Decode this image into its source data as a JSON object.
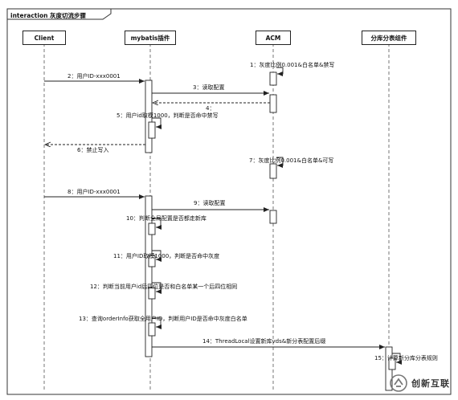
{
  "frame": {
    "title": "interaction 灰度切流步骤"
  },
  "participants": [
    {
      "id": "client",
      "label": "Client"
    },
    {
      "id": "mybatis",
      "label": "mybatis插件"
    },
    {
      "id": "acm",
      "label": "ACM"
    },
    {
      "id": "shard",
      "label": "分库分表组件"
    }
  ],
  "messages": [
    {
      "id": "m1",
      "text": "1：灰度比例0.001&白名单&禁写"
    },
    {
      "id": "m2",
      "text": "2：用户ID-xxx0001"
    },
    {
      "id": "m3",
      "text": "3：读取配置"
    },
    {
      "id": "m4",
      "text": "4："
    },
    {
      "id": "m5",
      "text": "5：用户id取模1000，判断是否命中禁写"
    },
    {
      "id": "m6",
      "text": "6：禁止写入"
    },
    {
      "id": "m7",
      "text": "7：灰度比例0.001&白名单&可写"
    },
    {
      "id": "m8",
      "text": "8：用户ID-xxx0001"
    },
    {
      "id": "m9",
      "text": "9：读取配置"
    },
    {
      "id": "m10",
      "text": "10：判断全局配置是否都走新库"
    },
    {
      "id": "m11",
      "text": "11：用户ID取模1000，判断是否命中灰度"
    },
    {
      "id": "m12",
      "text": "12：判断当前用户id后四位是否和白名单某一个后四位相同"
    },
    {
      "id": "m13",
      "text": "13：查询orderInfo获取全用户ID，判断用户ID是否命中灰度白名单"
    },
    {
      "id": "m14",
      "text": "14：ThreadLocal设置新库vds&新分表配置后缀"
    },
    {
      "id": "m15",
      "text": "15：计算新分库分表规则"
    }
  ],
  "watermark": {
    "text": "创新互联"
  }
}
